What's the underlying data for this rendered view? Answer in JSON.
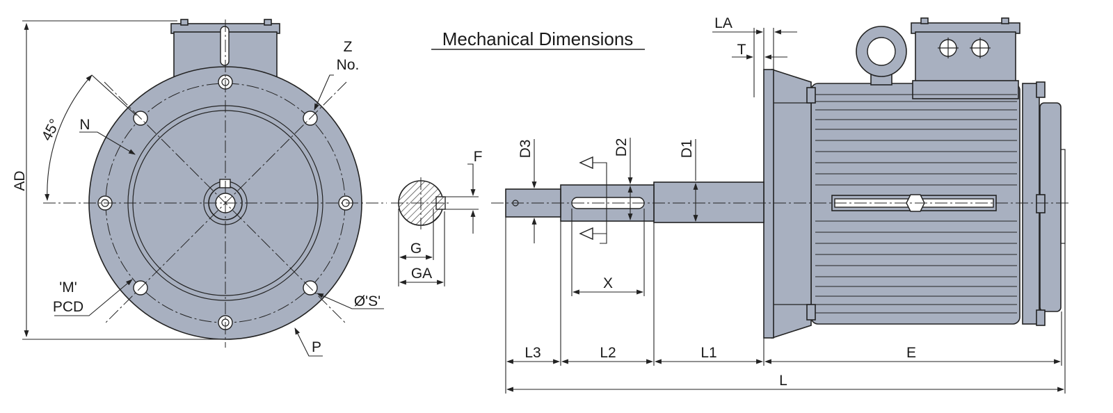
{
  "title": "Mechanical Dimensions",
  "front_view": {
    "labels": {
      "ad": "AD",
      "angle": "45°",
      "n": "N",
      "z": "Z",
      "no": "No.",
      "m": "'M'",
      "pcd": "PCD",
      "s": "Ø'S'",
      "p": "P"
    }
  },
  "shaft_section": {
    "labels": {
      "f": "F",
      "g": "G",
      "ga": "GA"
    }
  },
  "side_view": {
    "labels": {
      "la": "LA",
      "t": "T",
      "d1": "D1",
      "d2": "D2",
      "d3": "D3",
      "x": "X",
      "l1": "L1",
      "l2": "L2",
      "l3": "L3",
      "e": "E",
      "l": "L"
    }
  },
  "colors": {
    "body_fill": "#a8b0c0",
    "line": "#222222"
  }
}
